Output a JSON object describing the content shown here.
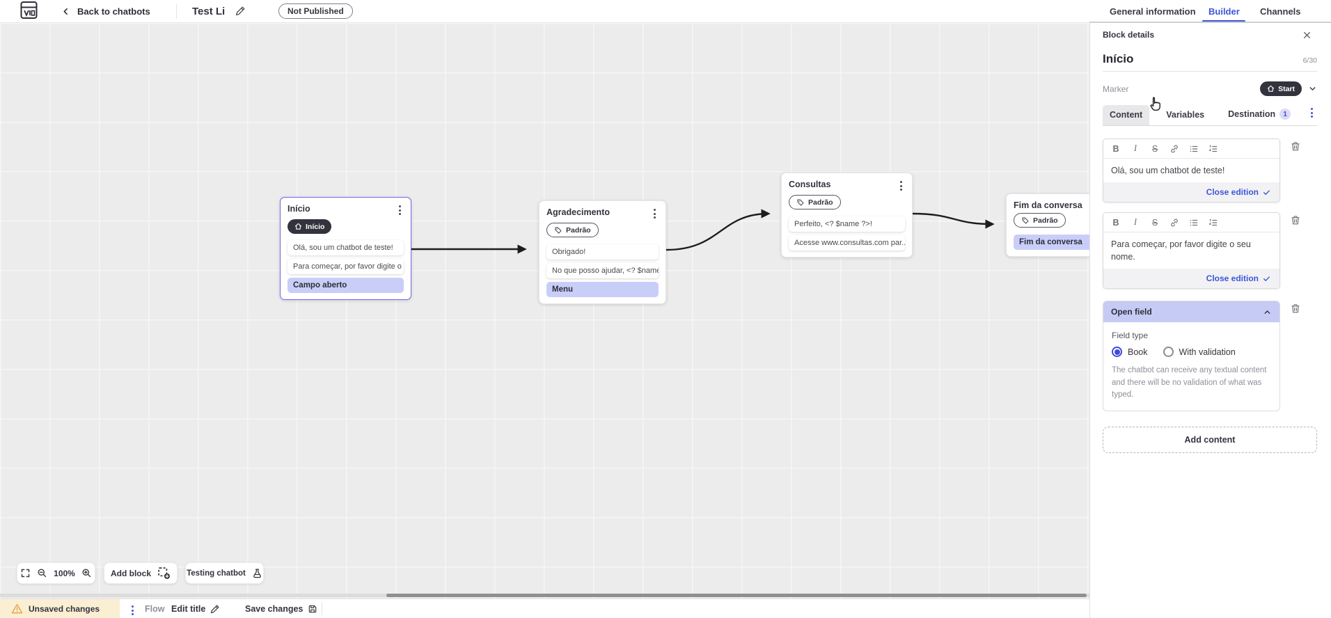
{
  "topbar": {
    "back_label": "Back to chatbots",
    "title": "Test Li",
    "status_badge": "Not Published",
    "tabs": [
      {
        "label": "General information"
      },
      {
        "label": "Builder"
      },
      {
        "label": "Channels"
      }
    ]
  },
  "panel": {
    "header": "Block details",
    "block_name": "Início",
    "char_counter": "6/30",
    "marker_label": "Marker",
    "marker_value": "Start",
    "tabs": {
      "content": "Content",
      "variables": "Variables",
      "destination": "Destination",
      "destination_badge": "1"
    },
    "editor_toolbar": {
      "bold": "B",
      "italic": "I",
      "strike": "S"
    },
    "editors": [
      {
        "text": "Olá, sou um chatbot de teste!",
        "close_label": "Close edition"
      },
      {
        "text": "Para começar, por favor digite o seu nome.",
        "close_label": "Close edition"
      }
    ],
    "open_field": {
      "title": "Open field",
      "field_type_label": "Field type",
      "option_book": "Book",
      "option_validation": "With validation",
      "description": "The chatbot can receive any textual content and there will be no validation of what was typed."
    },
    "add_content_label": "Add content"
  },
  "canvas": {
    "blocks": [
      {
        "title": "Início",
        "marker": "Início",
        "rows": [
          {
            "text": "Olá, sou um chatbot de teste!"
          },
          {
            "text": "Para começar, por favor digite o ..."
          },
          {
            "text": "Campo aberto"
          }
        ]
      },
      {
        "title": "Agradecimento",
        "marker": "Padrão",
        "rows": [
          {
            "text": "Obrigado!"
          },
          {
            "text": "No que posso ajudar, <? $name ..."
          },
          {
            "text": "Menu"
          }
        ]
      },
      {
        "title": "Consultas",
        "marker": "Padrão",
        "rows": [
          {
            "text": "Perfeito, <? $name ?>!"
          },
          {
            "text": "Acesse www.consultas.com par..."
          }
        ]
      },
      {
        "title": "Fim da conversa",
        "marker": "Padrão",
        "rows": [
          {
            "text": "Fim da conversa"
          }
        ]
      }
    ],
    "controls": {
      "zoom_level": "100%",
      "add_block_label": "Add block",
      "testing_label": "Testing chatbot"
    }
  },
  "statusbar": {
    "unsaved_label": "Unsaved changes",
    "flow_label": "Flow",
    "edit_title_label": "Edit title",
    "save_label": "Save changes"
  },
  "colors": {
    "accent_blue": "#3d56d8",
    "selected_purple": "#6f66e8",
    "highlight_lavender": "#c9cef9",
    "dark_pill": "#32333c",
    "warning_orange": "#e8a13c"
  }
}
